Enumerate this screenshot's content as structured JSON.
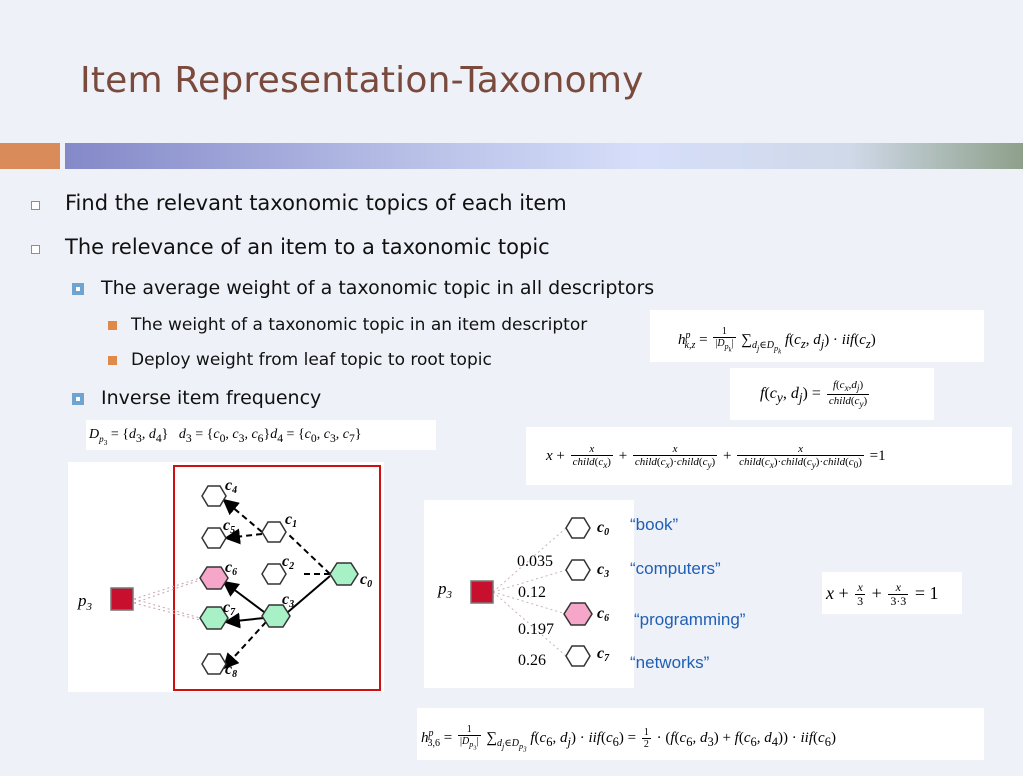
{
  "slide": {
    "title": "Item Representation-Taxonomy",
    "bullets": {
      "b1": "Find the relevant taxonomic topics of each item",
      "b2": "The relevance of an item to a taxonomic topic",
      "b2a": "The average weight of a taxonomic topic in all descriptors",
      "b2a1": "The weight of a taxonomic topic in an item descriptor",
      "b2a2": "Deploy weight from leaf topic to root topic",
      "b2b": "Inverse item frequency"
    },
    "colors": {
      "title": "#7a4a3c",
      "accent_orange": "#d98b5a",
      "topic_pink": "#f6a6c9",
      "topic_green": "#a8f0c6",
      "item_red": "#c8102e",
      "label_blue": "#1f5fb5"
    }
  },
  "formulas": {
    "dp3": {
      "set1": "D_{p_3} = {d_3, d_4}",
      "set2": "d_3 = {c_0, c_3, c_6}",
      "set3": "d_4 = {c_0, c_3, c_7}"
    }
  },
  "diagram_left": {
    "item": "p3",
    "topics": [
      "c0",
      "c1",
      "c2",
      "c3",
      "c4",
      "c5",
      "c6",
      "c7",
      "c8"
    ]
  },
  "diagram_right": {
    "item": "p3",
    "topics": [
      {
        "id": "c0",
        "weight": "",
        "label": "“book”"
      },
      {
        "id": "c3",
        "weight": "0.035",
        "label": "“computers”"
      },
      {
        "id": "c6",
        "weight": "0.12",
        "label": "“programming”"
      },
      {
        "id": "c7",
        "weight": "0.197",
        "label": "“networks”"
      }
    ],
    "last_weight": "0.26"
  }
}
